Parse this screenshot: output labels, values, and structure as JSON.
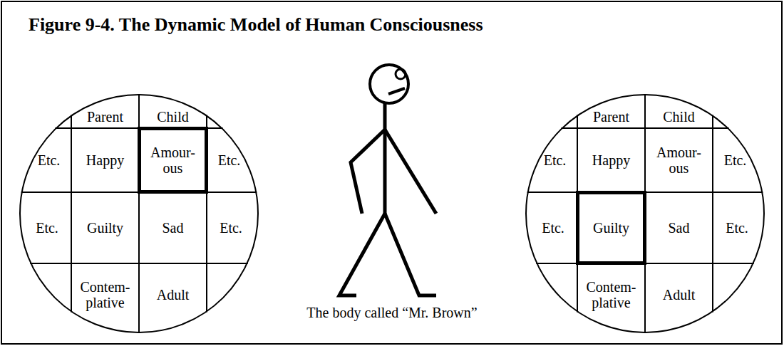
{
  "diagram": {
    "title": "Figure 9-4. The Dynamic Model of Human Consciousness",
    "nodes": [
      {
        "text": []
      },
      {
        "text": [
          "Parent"
        ],
        "in": 0
      },
      {
        "text": [
          "Child"
        ],
        "in": 0
      },
      {
        "text": [
          "Etc."
        ],
        "in": 0
      },
      {
        "text": [
          "Happy"
        ],
        "in": 0
      },
      {
        "text": [
          "Amour- ous"
        ],
        "in": 0
      },
      {
        "text": [
          "Etc."
        ],
        "in": 0
      },
      {
        "text": [
          "Etc."
        ],
        "in": 0
      },
      {
        "text": [
          "Guilty"
        ],
        "in": 0
      },
      {
        "text": [
          "Sad"
        ],
        "in": 0
      },
      {
        "text": [
          "Etc."
        ],
        "in": 0
      },
      {
        "text": [
          "Contem- plative"
        ],
        "in": 0
      },
      {
        "text": [
          "Adult"
        ],
        "in": 0
      },
      {
        "text": []
      },
      {
        "text": [
          "Parent"
        ],
        "in": 13
      },
      {
        "text": [
          "Child"
        ],
        "in": 13
      },
      {
        "text": [
          "Etc."
        ],
        "in": 13
      },
      {
        "text": [
          "Happy"
        ],
        "in": 13
      },
      {
        "text": [
          "Amour- ous"
        ],
        "in": 13
      },
      {
        "text": [
          "Etc."
        ],
        "in": 13
      },
      {
        "text": [
          "Etc."
        ],
        "in": 13
      },
      {
        "text": [
          "Guilty"
        ],
        "in": 13
      },
      {
        "text": [
          "Sad"
        ],
        "in": 13
      },
      {
        "text": [
          "Etc."
        ],
        "in": 13
      },
      {
        "text": [
          "Contem- plative"
        ],
        "in": 13
      },
      {
        "text": [
          "Adult"
        ],
        "in": 13
      }
    ],
    "labels": [
      "The body called “Mr. Brown”"
    ]
  }
}
